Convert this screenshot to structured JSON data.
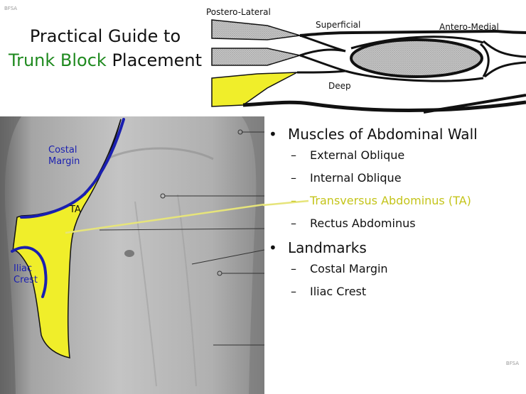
{
  "watermark": "BFSA",
  "title": {
    "line1": "Practical Guide to",
    "line2_highlight": "Trunk Block",
    "line2_rest": " Placement"
  },
  "layer_labels": {
    "postero_lateral": "Postero-Lateral",
    "superficial": "Superficial",
    "antero_medial": "Antero-Medial",
    "deep": "Deep"
  },
  "bullets": [
    {
      "text": "Muscles of Abdominal Wall",
      "items": [
        "External Oblique",
        "Internal Oblique",
        "Transversus Abdominus (TA)",
        "Rectus Abdominus"
      ]
    },
    {
      "text": "Landmarks",
      "items": [
        "Costal Margin",
        "Iliac Crest"
      ]
    }
  ],
  "sub_dash": "–",
  "anatomy_labels": {
    "costal": [
      "Costal",
      "Margin"
    ],
    "iliac": [
      "Iliac",
      "Crest"
    ],
    "ta": "TA"
  },
  "colors": {
    "title_green": "#1f8a1f",
    "ta_yellow": "#f0ee2a",
    "highlight_text": "#c4c41a",
    "landmark_blue": "#1a1fb0"
  }
}
